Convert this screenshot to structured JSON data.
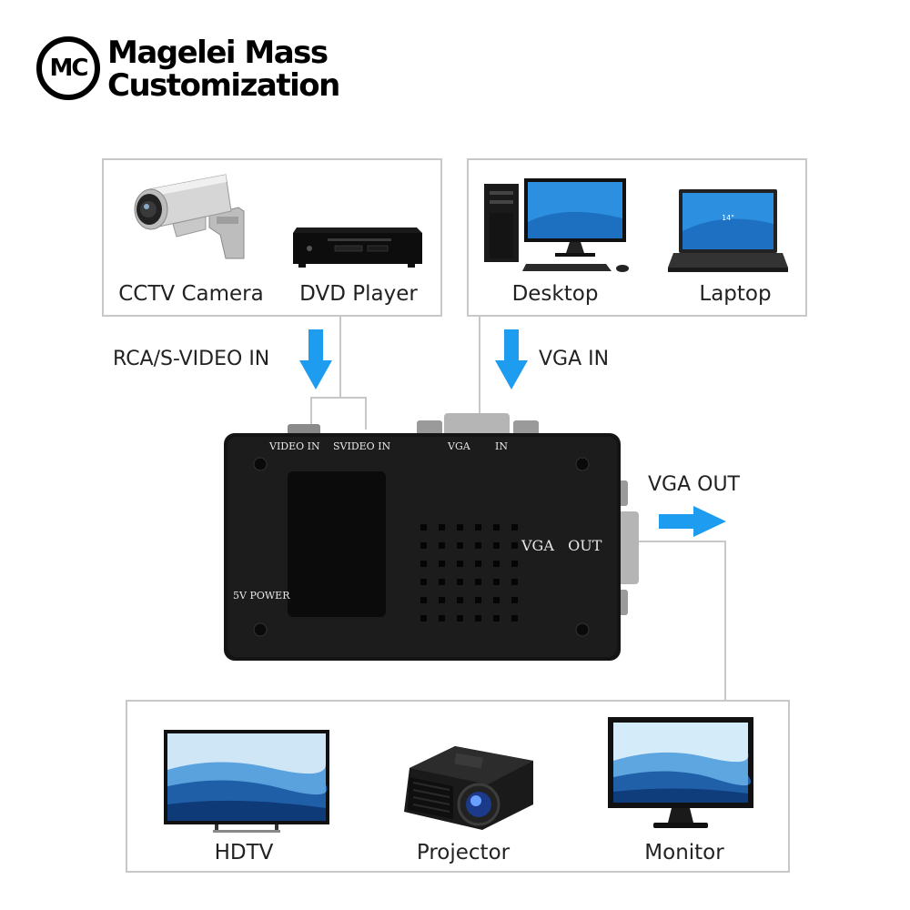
{
  "brand": {
    "monogram": "MC",
    "line1": "Magelei Mass",
    "line2": "Customization"
  },
  "inputs": {
    "analog": [
      {
        "label": "CCTV Camera",
        "icon": "cctv-camera-icon"
      },
      {
        "label": "DVD Player",
        "icon": "dvd-player-icon"
      }
    ],
    "vga": [
      {
        "label": "Desktop",
        "icon": "desktop-computer-icon"
      },
      {
        "label": "Laptop",
        "icon": "laptop-icon",
        "screen_text": "14\""
      }
    ]
  },
  "connections": {
    "analog_in": "RCA/S-VIDEO IN",
    "vga_in": "VGA IN",
    "vga_out": "VGA OUT"
  },
  "converter": {
    "video_in": "VIDEO IN",
    "svideo_in": "SVIDEO IN",
    "vga_label": "VGA",
    "in_label": "IN",
    "vga_out": "VGA   OUT",
    "power": "5V POWER"
  },
  "outputs": [
    {
      "label": "HDTV",
      "icon": "hdtv-icon"
    },
    {
      "label": "Projector",
      "icon": "projector-icon"
    },
    {
      "label": "Monitor",
      "icon": "monitor-icon"
    }
  ],
  "colors": {
    "arrow": "#1e9cf0",
    "box_border": "#c8c8c8",
    "device_body": "#141414",
    "screen_blue": "#2d8fe0"
  }
}
